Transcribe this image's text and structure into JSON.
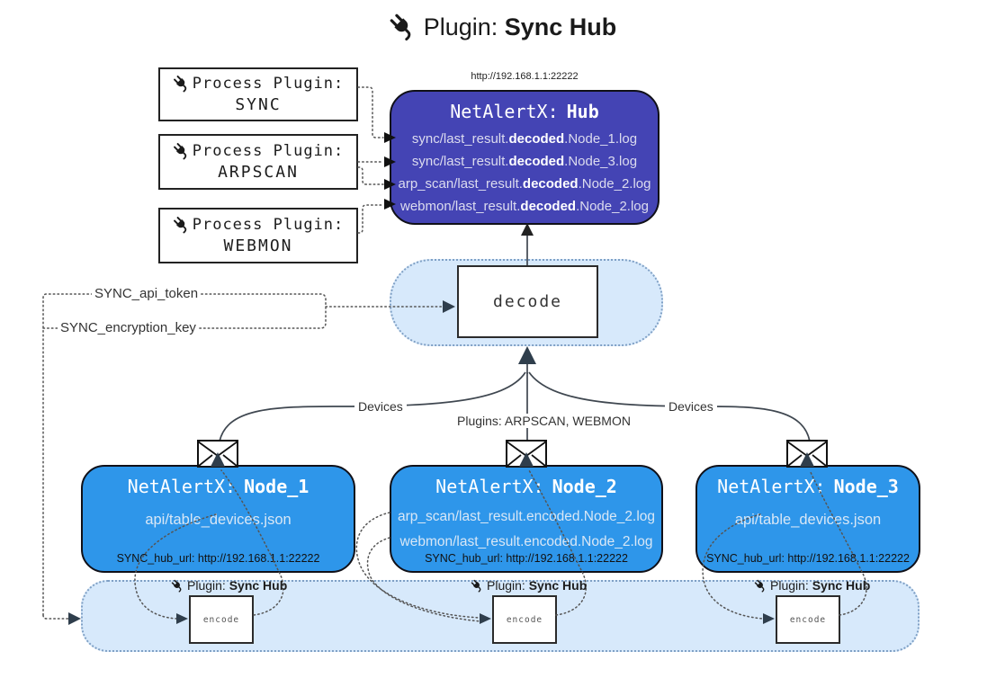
{
  "title": {
    "prefix": "Plugin:",
    "name": "Sync Hub"
  },
  "icons": {
    "plug": "plug-icon",
    "envelope": "envelope-icon"
  },
  "colors": {
    "hub_bg": "#4444B4",
    "node_bg": "#2E96EA",
    "panel_bg": "#D7E9FB",
    "panel_border": "#7FA0C5"
  },
  "process_plugins": [
    {
      "label": "Process Plugin:",
      "name": "SYNC"
    },
    {
      "label": "Process Plugin:",
      "name": "ARPSCAN"
    },
    {
      "label": "Process Plugin:",
      "name": "WEBMON"
    }
  ],
  "hub": {
    "url": "http://192.168.1.1:22222",
    "title_prefix": "NetAlertX:",
    "title_name": "Hub",
    "logs": [
      {
        "pre": "sync/last_result.",
        "bold": "decoded",
        "post": ".Node_1.log"
      },
      {
        "pre": "sync/last_result.",
        "bold": "decoded",
        "post": ".Node_3.log"
      },
      {
        "pre": "arp_scan/last_result.",
        "bold": "decoded",
        "post": ".Node_2.log"
      },
      {
        "pre": "webmon/last_result.",
        "bold": "decoded",
        "post": ".Node_2.log"
      }
    ]
  },
  "settings": {
    "api_token": "SYNC_api_token",
    "encryption_key": "SYNC_encryption_key"
  },
  "decode": {
    "label": "decode"
  },
  "edges": {
    "devices_left": "Devices",
    "devices_right": "Devices",
    "plugins": "Plugins: ARPSCAN, WEBMON"
  },
  "nodes": [
    {
      "title_prefix": "NetAlertX:",
      "title_name": "Node_1",
      "lines": [
        "api/table_devices.json"
      ],
      "hub_url": "SYNC_hub_url: http://192.168.1.1:22222"
    },
    {
      "title_prefix": "NetAlertX:",
      "title_name": "Node_2",
      "lines": [
        "arp_scan/last_result.encoded.Node_2.log",
        "webmon/last_result.encoded.Node_2.log"
      ],
      "hub_url": "SYNC_hub_url: http://192.168.1.1:22222"
    },
    {
      "title_prefix": "NetAlertX:",
      "title_name": "Node_3",
      "lines": [
        "api/table_devices.json"
      ],
      "hub_url": "SYNC_hub_url: http://192.168.1.1:22222"
    }
  ],
  "encode": {
    "label": "encode",
    "plugin_prefix": "Plugin:",
    "plugin_name": "Sync Hub"
  }
}
